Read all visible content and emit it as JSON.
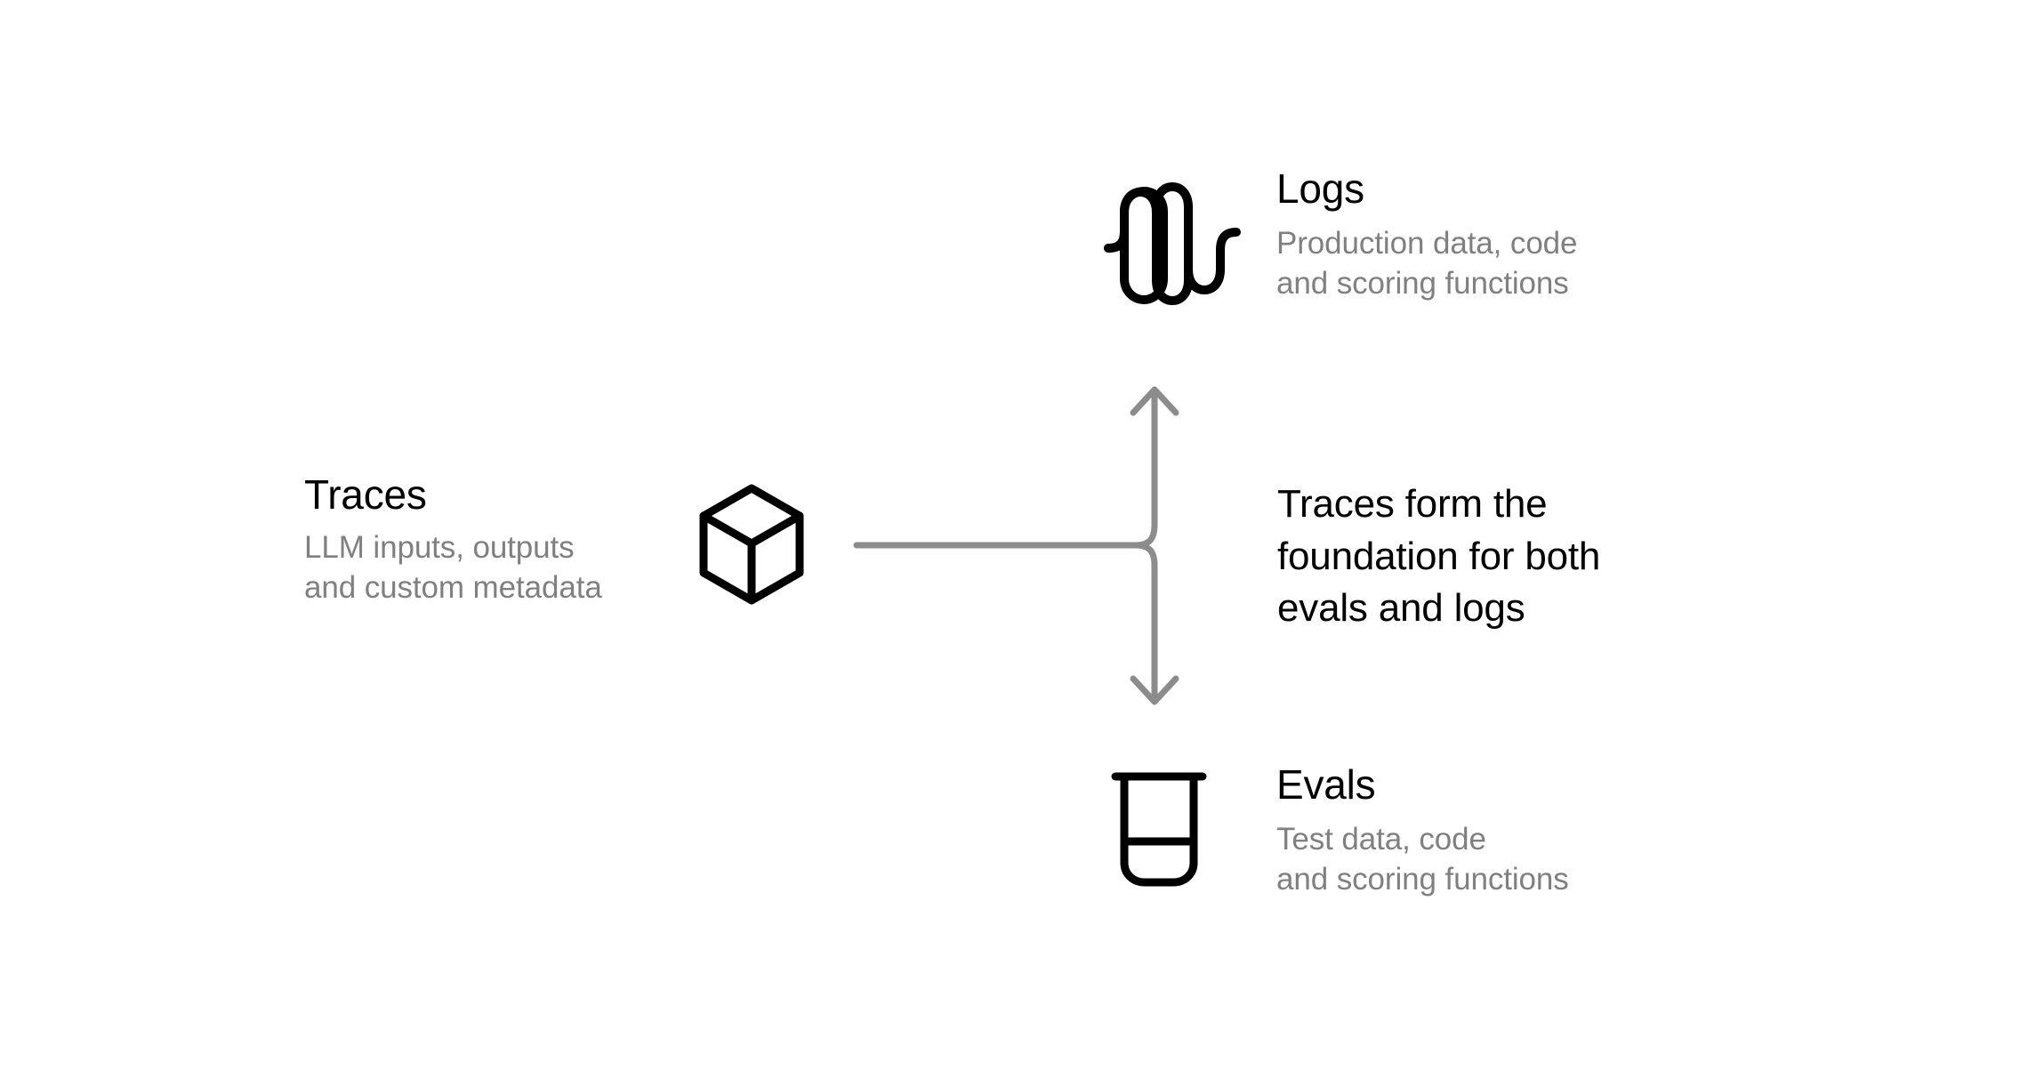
{
  "diagram": {
    "title": "Traces form the foundation for both evals and logs",
    "background_color": "#ffffff",
    "nodes": {
      "traces": {
        "label": "Traces",
        "description_lines": [
          "LLM inputs, outputs",
          "and custom metadata"
        ],
        "icon": "cube-icon",
        "icon_color": "#000000"
      },
      "logs": {
        "label": "Logs",
        "description_lines": [
          "Production data, code",
          "and scoring functions"
        ],
        "icon": "waveform-icon",
        "icon_color": "#000000"
      },
      "evals": {
        "label": "Evals",
        "description_lines": [
          "Test data, code",
          "and scoring functions"
        ],
        "icon": "beaker-icon",
        "icon_color": "#000000"
      }
    },
    "caption": {
      "lines": [
        "Traces form the",
        "foundation for both",
        "evals and logs"
      ],
      "color": "#000000"
    },
    "connector": {
      "name": "branching-arrow-connector",
      "color": "#8c8c8c",
      "stroke_width": 7,
      "from": "traces",
      "to": [
        "logs",
        "evals"
      ],
      "arrowheads": [
        "up",
        "down"
      ]
    },
    "colors": {
      "title_text": "#000000",
      "subtitle_text": "#808080",
      "icon_stroke": "#000000",
      "connector_stroke": "#8c8c8c"
    }
  }
}
